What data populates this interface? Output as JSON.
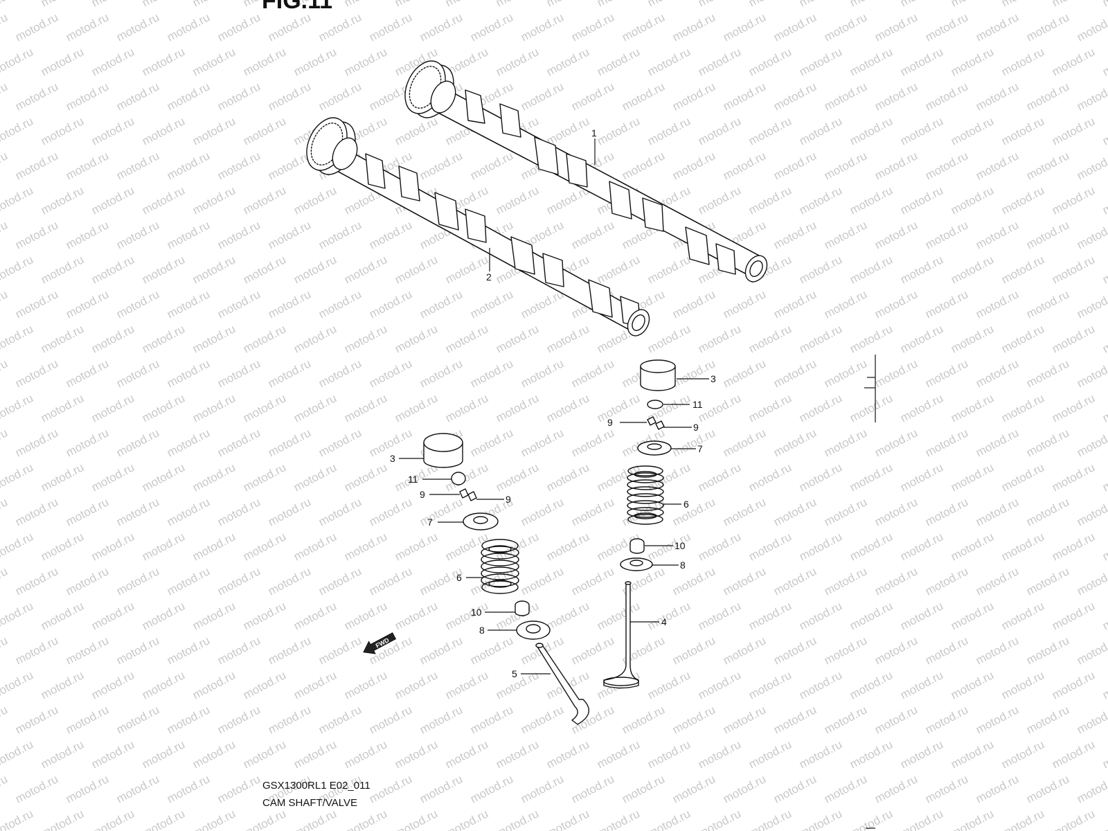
{
  "figure_title": "FIG.11",
  "watermark_text": "motod.ru",
  "caption": {
    "model_code": "GSX1300RL1 E02_011",
    "section_name": "CAM SHAFT/VALVE"
  },
  "direction_badge": "FWD",
  "callouts": {
    "c1": "1",
    "c2": "2",
    "c3a": "3",
    "c3b": "3",
    "c11a": "11",
    "c11b": "11",
    "c9a": "9",
    "c9b": "9",
    "c9c": "9",
    "c9d": "9",
    "c7a": "7",
    "c7b": "7",
    "c6a": "6",
    "c6b": "6",
    "c10a": "10",
    "c10b": "10",
    "c8a": "8",
    "c8b": "8",
    "c4": "4",
    "c5": "5"
  }
}
